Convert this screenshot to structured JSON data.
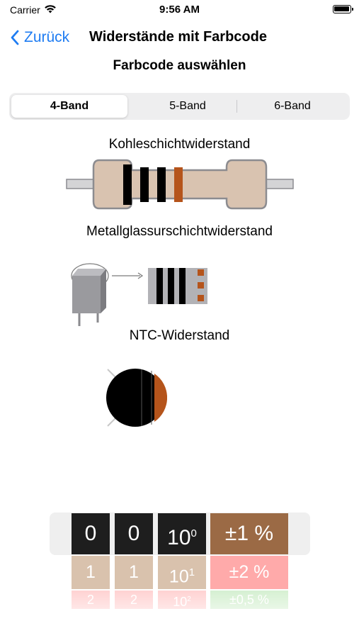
{
  "status_bar": {
    "carrier": "Carrier",
    "time": "9:56 AM"
  },
  "nav": {
    "back_label": "Zurück",
    "title": "Widerstände mit Farbcode"
  },
  "subtitle": "Farbcode auswählen",
  "segments": {
    "items": [
      "4-Band",
      "5-Band",
      "6-Band"
    ],
    "selected": "4-Band"
  },
  "resistors": {
    "carbon_label": "Kohleschichtwiderstand",
    "metal_label": "Metallglassurschichtwiderstand",
    "ntc_label": "NTC-Widerstand"
  },
  "picker": {
    "band1": {
      "selected": "0",
      "next": "1",
      "next2": "2"
    },
    "band2": {
      "selected": "0",
      "next": "1",
      "next2": "2"
    },
    "multiplier": {
      "selected_base": "10",
      "selected_exp": "0",
      "next_base": "10",
      "next_exp": "1",
      "next2_base": "10",
      "next2_exp": "2"
    },
    "tolerance": {
      "selected": "±1 %",
      "next": "±2 %",
      "next2": "±0,5 %"
    }
  },
  "colors": {
    "accent": "#1e7cf2",
    "black": "#000000",
    "brown": "#b5541b",
    "tolerance_brown": "#9b6a45",
    "red_light": "#ffaaaa",
    "green_light": "#b7e6b0",
    "tan": "#d9c2ad"
  }
}
